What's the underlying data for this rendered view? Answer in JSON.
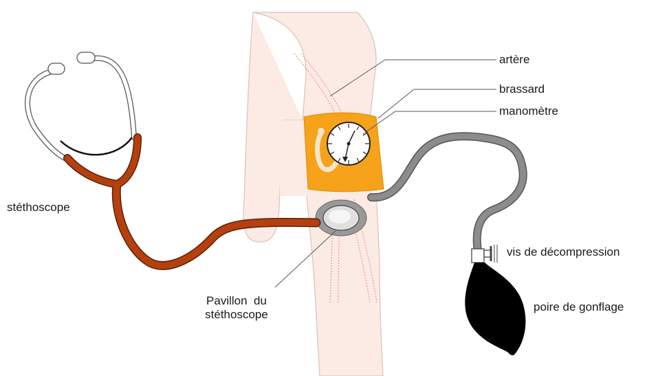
{
  "labels": {
    "artere": "artère",
    "brassard": "brassard",
    "manometre": "manomètre",
    "stethoscope": "stéthoscope",
    "vis": "vis de décompression",
    "poire": "poire de gonflage",
    "pavillon_line1": "Pavillon  du",
    "pavillon_line2": "stéthoscope"
  },
  "colors": {
    "arm": "#fbebe4",
    "arm_outline": "#d9c2b8",
    "artery": "#e89a9a",
    "cuff": "#f7a21b",
    "tube_red": "#b5400f",
    "tube_gray": "#8c8c8c",
    "bulb": "#000000"
  },
  "icons": {
    "stethoscope": "stethoscope-icon",
    "manometer": "manometer-gauge-icon",
    "bulb": "inflation-bulb-icon",
    "chestpiece": "chestpiece-icon"
  }
}
